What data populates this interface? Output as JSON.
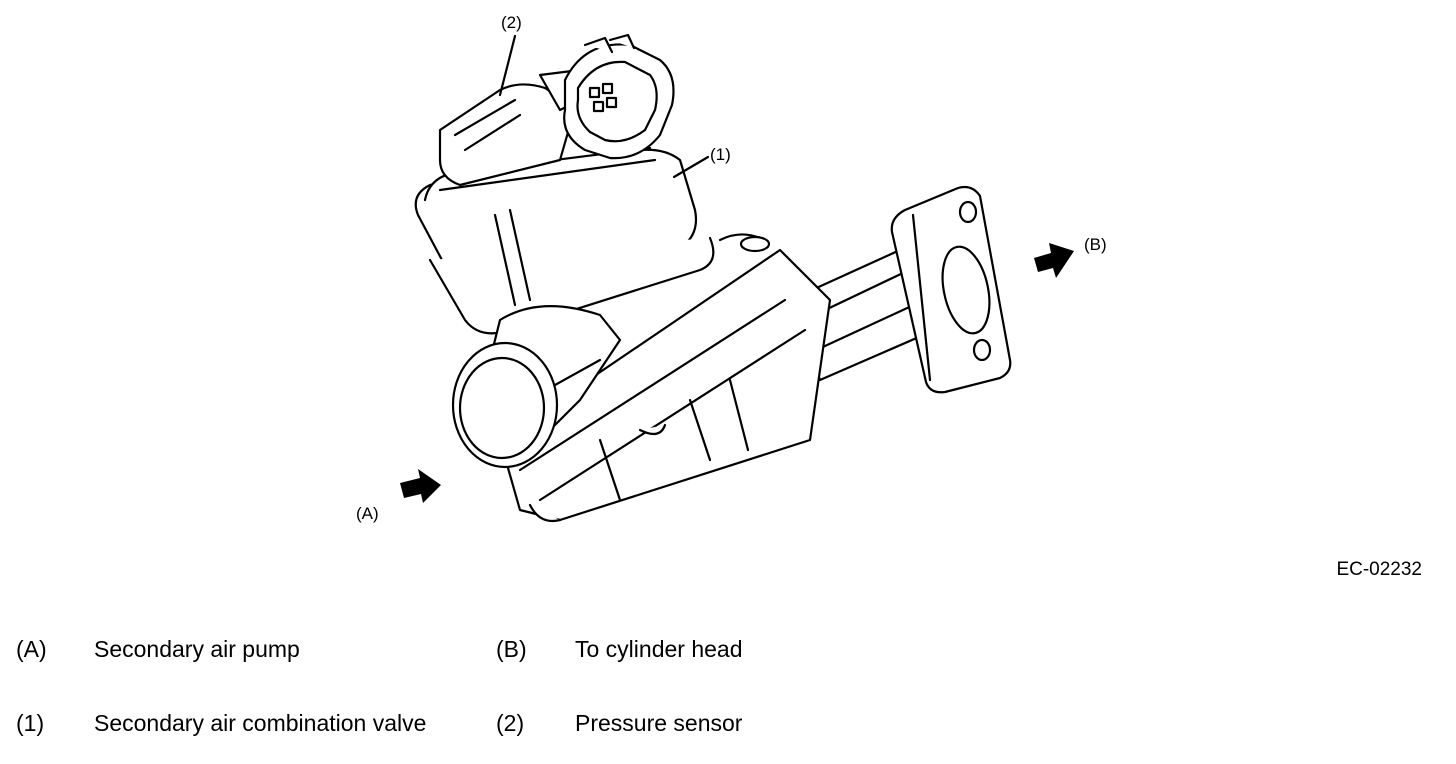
{
  "callouts": {
    "valve": "(1)",
    "sensor": "(2)",
    "inlet": "(A)",
    "outlet": "(B)"
  },
  "figure_code": "EC-02232",
  "legend": [
    {
      "key": "(A)",
      "desc": "Secondary air pump"
    },
    {
      "key": "(B)",
      "desc": "To cylinder head"
    },
    {
      "key": "(1)",
      "desc": "Secondary air combination valve"
    },
    {
      "key": "(2)",
      "desc": "Pressure sensor"
    }
  ]
}
